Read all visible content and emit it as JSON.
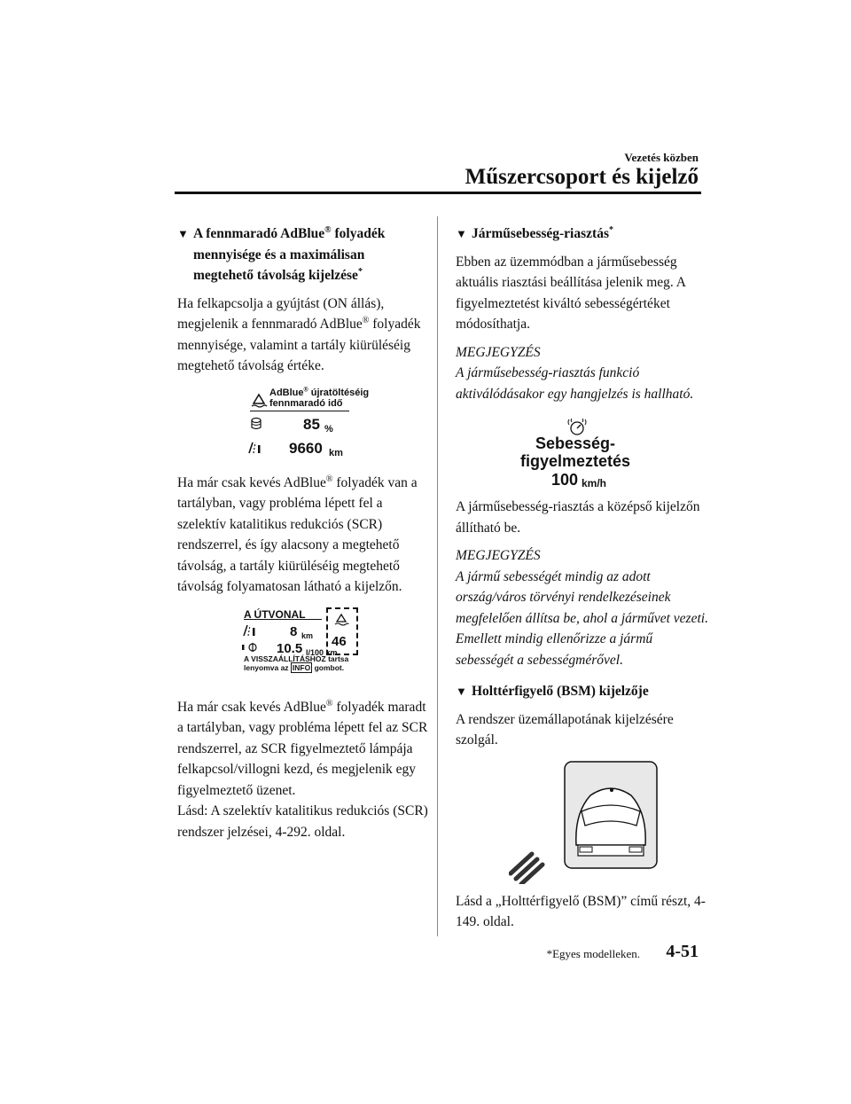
{
  "header": {
    "section": "Vezetés közben",
    "title": "Műszercsoport és kijelző"
  },
  "left": {
    "h1": {
      "marker": "▼",
      "line1": "A fennmaradó AdBlue",
      "reg": "®",
      "line1b": " folyadék",
      "line2": "mennyisége és a maximálisan",
      "line3": "megtehető távolság kijelzése",
      "star": "*"
    },
    "p1a": "Ha felkapcsolja a gyújtást (ON állás), megjelenik a fennmaradó AdBlue",
    "p1reg": "®",
    "p1b": " folyadék mennyisége, valamint a tartály kiürüléséig megtehető távolság értéke.",
    "fig1": {
      "title_a": "AdBlue",
      "title_reg": "®",
      "title_b": " újratöltéséig",
      "title_line2": "fennmaradó idő",
      "percent_value": "85",
      "percent_unit": "%",
      "range_value": "9660",
      "range_unit": "km"
    },
    "p2a": "Ha már csak kevés AdBlue",
    "p2reg": "®",
    "p2b": " folyadék van a tartályban, vagy probléma lépett fel a szelektív katalitikus redukciós (SCR) rendszerrel, és így alacsony a megtehető távolság, a tartály kiürüléséig megtehető távolság folyamatosan látható a kijelzőn.",
    "fig2": {
      "title": "A ÚTVONAL",
      "dist_value": "8",
      "dist_unit": "km",
      "cons_value": "10.5",
      "cons_unit": "l/100 km",
      "box_value": "46",
      "reset_line1": "A VISSZAÁLLÍTÁSHOZ tartsa",
      "reset_line2a": "lenyomva az ",
      "reset_key": "INFO",
      "reset_line2b": " gombot."
    },
    "p3a": "Ha már csak kevés AdBlue",
    "p3reg": "®",
    "p3b": " folyadék maradt a tartályban, vagy probléma lépett fel az SCR rendszerrel, az SCR figyelmeztető lámpája felkapcsol/villogni kezd, és megjelenik egy figyelmeztető üzenet.",
    "p4": "Lásd: A szelektív katalitikus redukciós (SCR) rendszer jelzései, 4-292. oldal."
  },
  "right": {
    "h1": {
      "marker": "▼",
      "text": "Járműsebesség-riasztás",
      "star": "*"
    },
    "p1": "Ebben az üzemmódban a járműsebesség aktuális riasztási beállítása jelenik meg. A figyelmeztetést kiváltó sebességértéket módosíthatja.",
    "note1_title": "MEGJEGYZÉS",
    "note1": "A járműsebesség-riasztás funkció aktiválódásakor egy hangjelzés is hallható.",
    "fig3": {
      "line1": "Sebesség-",
      "line2": "figyelmeztetés",
      "value": "100",
      "unit": "km/h"
    },
    "p2": "A járműsebesség-riasztás a középső kijelzőn állítható be.",
    "note2_title": "MEGJEGYZÉS",
    "note2": "A jármű sebességét mindig az adott ország/város törvényi rendelkezéseinek megfelelően állítsa be, ahol a járművet vezeti. Emellett mindig ellenőrizze a jármű sebességét a sebességmérővel.",
    "h2": {
      "marker": "▼",
      "text": "Holttérfigyelő (BSM) kijelzője"
    },
    "p3": "A rendszer üzemállapotának kijelzésére szolgál.",
    "p4": "Lásd a „Holttérfigyelő (BSM)” című részt, 4-149. oldal."
  },
  "footer": {
    "note": "*Egyes modelleken.",
    "page": "4-51"
  }
}
